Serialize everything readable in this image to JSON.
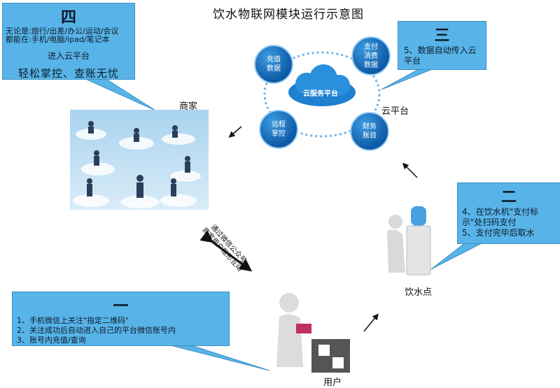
{
  "title": "饮水物联网模块运行示意图",
  "callout4": {
    "num": "四",
    "line1": "无论是:旅行/出差/办公/运动/会议",
    "line2": "都能在:手机/电脑/ipad/笔记本",
    "line3": "进入云平台",
    "line4": "轻松掌控、查账无忧"
  },
  "callout3": {
    "num": "三",
    "line1": "5、数据自动传入云",
    "line2": "平台"
  },
  "callout2": {
    "num": "二",
    "line1": "4、在饮水机\"支付标",
    "line2": "示\"处扫码支付",
    "line3": "5、支付完毕后取水"
  },
  "callout1": {
    "num": "一",
    "line1": "1、手机微信上关注\"指定二维码\"",
    "line2": "2、关注成功后自动进入自己的平台微信账号内",
    "line3": "3、账号内充值/查询"
  },
  "labels": {
    "merchant": "商家",
    "cloud_platform": "云平台",
    "water_point": "饮水点",
    "user": "用户",
    "wechat_line1": "通过微信公众号",
    "wechat_line2": "商家用户隐形互动"
  },
  "cloud": {
    "center": "云服务平台",
    "node_recharge_1": "充值",
    "node_recharge_2": "数据",
    "node_pay_1": "支付",
    "node_pay_2": "消费",
    "node_pay_3": "数据",
    "node_remote_1": "远程",
    "node_remote_2": "掌控",
    "node_finance_1": "财务",
    "node_finance_2": "账目"
  }
}
